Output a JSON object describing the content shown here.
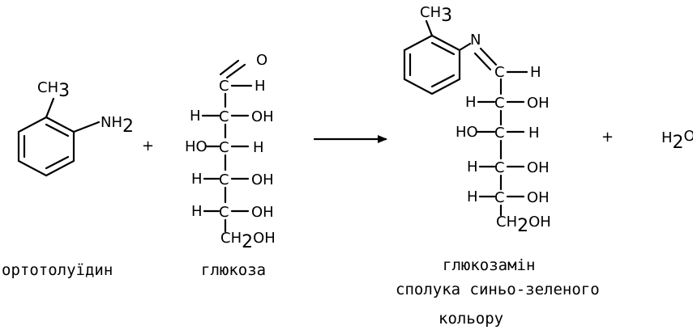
{
  "reactant1": {
    "methyl": "CH",
    "methyl_sub": "3",
    "amine": "NH",
    "amine_sub": "2",
    "name": "ортотолуїдин"
  },
  "plus1": "+",
  "glucose": {
    "aldehyde_o": "O",
    "c1_c": "C",
    "c1_h": "H",
    "c2_left": "H",
    "c2_c": "C",
    "c2_right": "OH",
    "c3_left": "HO",
    "c3_c": "C",
    "c3_right": "H",
    "c4_left": "H",
    "c4_c": "C",
    "c4_right": "OH",
    "c5_left": "H",
    "c5_c": "C",
    "c5_right": "OH",
    "c6_a": "CH",
    "c6_sub": "2",
    "c6_b": "OH",
    "name": "глюкоза"
  },
  "product": {
    "methyl": "CH",
    "methyl_sub": "3",
    "n_atom": "N",
    "c1_c": "C",
    "c1_h": "H",
    "c2_left": "H",
    "c2_c": "C",
    "c2_right": "OH",
    "c3_left": "HO",
    "c3_c": "C",
    "c3_right": "H",
    "c4_left": "H",
    "c4_c": "C",
    "c4_right": "OH",
    "c5_left": "H",
    "c5_c": "C",
    "c5_right": "OH",
    "c6_a": "CH",
    "c6_sub": "2",
    "c6_b": "OH",
    "name": "глюкозамін",
    "desc_line1": "сполука синьо-зеленого",
    "desc_line2": "кольору"
  },
  "plus2": "+",
  "water": {
    "h": "H",
    "sub": "2",
    "o": "O"
  }
}
